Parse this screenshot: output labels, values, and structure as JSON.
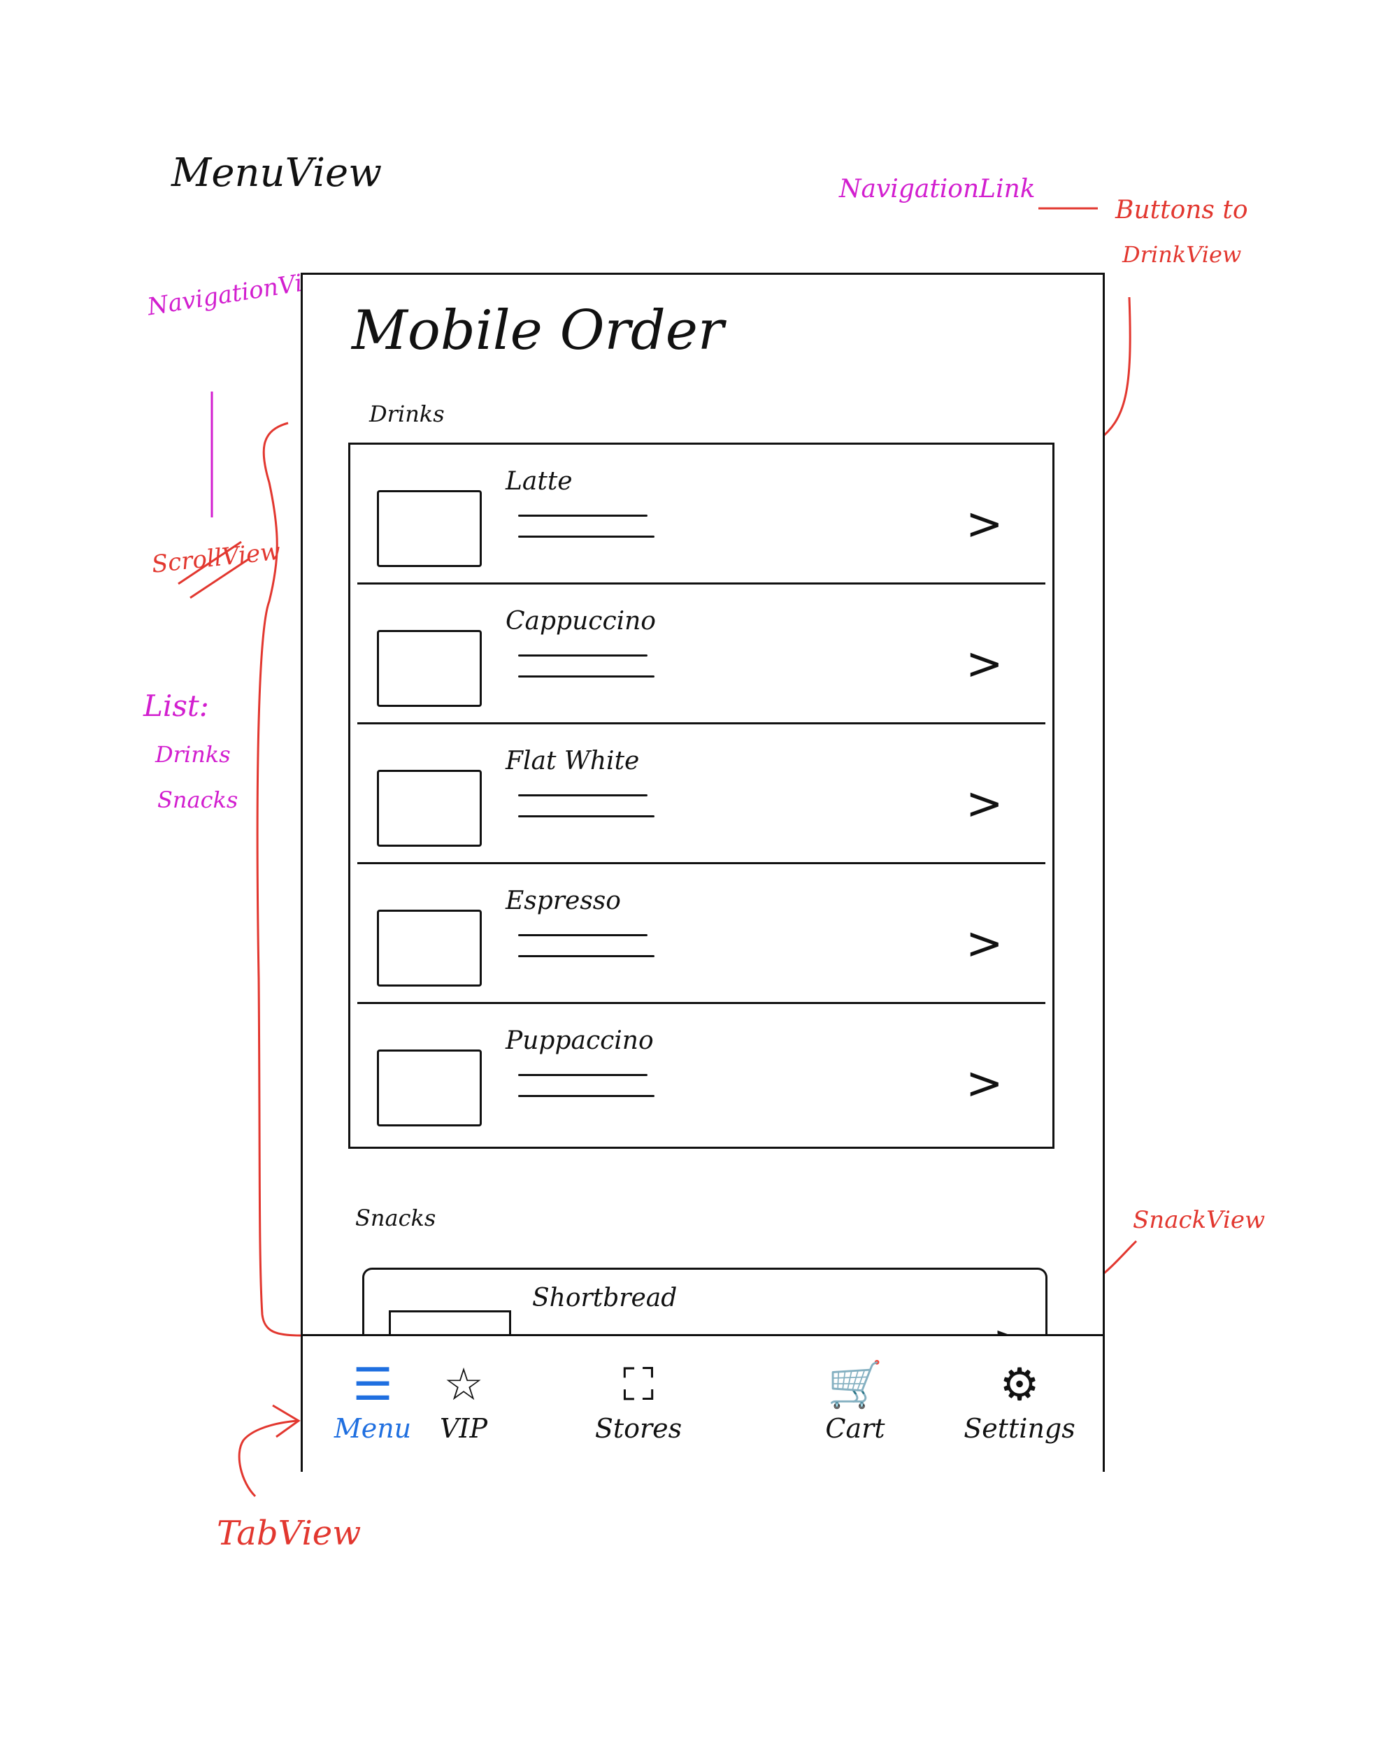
{
  "page_title": "MenuView",
  "annotations": {
    "navigation_link": "NavigationLink",
    "buttons_line1": "Buttons to",
    "buttons_line2": "DrinkView",
    "navigation_view": "NavigationView",
    "scroll_view": "ScrollView",
    "list_label": "List:",
    "list_drinks": "Drinks",
    "list_snacks": "Snacks",
    "snack_view": "SnackView",
    "tab_view": "TabView"
  },
  "screen": {
    "nav_title": "Mobile Order",
    "drinks_header": "Drinks",
    "drinks": [
      {
        "name": "Latte",
        "chevron": ">"
      },
      {
        "name": "Cappuccino",
        "chevron": ">"
      },
      {
        "name": "Flat White",
        "chevron": ">"
      },
      {
        "name": "Espresso",
        "chevron": ">"
      },
      {
        "name": "Puppaccino",
        "chevron": ">"
      }
    ],
    "snacks_header": "Snacks",
    "snacks": [
      {
        "name": "Shortbread",
        "chevron": ">"
      }
    ]
  },
  "tabs": [
    {
      "label": "Menu",
      "icon": "list-icon",
      "active": true
    },
    {
      "label": "VIP",
      "icon": "star-icon",
      "active": false
    },
    {
      "label": "Stores",
      "icon": "map-icon",
      "active": false
    },
    {
      "label": "Cart",
      "icon": "cart-icon",
      "active": false
    },
    {
      "label": "Settings",
      "icon": "gear-icon",
      "active": false
    }
  ],
  "colors": {
    "ink": "#111111",
    "annotation_magenta": "#d21ecf",
    "annotation_red": "#e2372f",
    "active_tab_blue": "#1f6fe0"
  }
}
